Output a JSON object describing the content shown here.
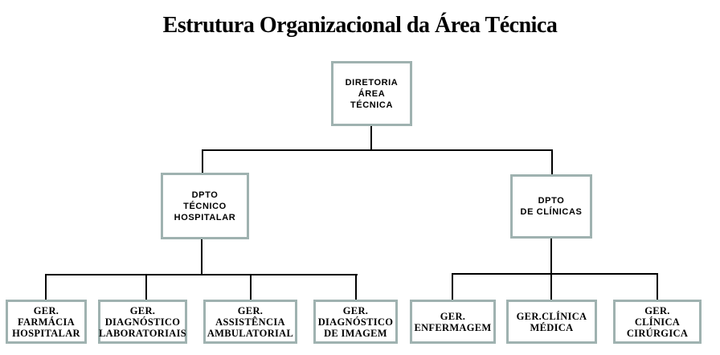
{
  "title": "Estrutura Organizacional da Área Técnica",
  "colors": {
    "box_border": "#9fb2b0",
    "box_fill": "#ffffff",
    "connector": "#000000",
    "text": "#000000",
    "background": "#ffffff"
  },
  "org": {
    "root": {
      "label": "DIRETORIA\nÁREA\nTÉCNICA"
    },
    "departments": [
      {
        "label": "DPTO\nTÉCNICO\nHOSPITALAR"
      },
      {
        "label": "DPTO\nDE CLÍNICAS"
      }
    ],
    "managements": [
      {
        "label": "GER.\nFARMÁCIA\nHOSPITALAR"
      },
      {
        "label": "GER.\nDIAGNÓSTICO\nLABORATORIAIS"
      },
      {
        "label": "GER.\nASSISTÊNCIA\nAMBULATORIAL"
      },
      {
        "label": "GER.\nDIAGNÓSTICO\nDE IMAGEM"
      },
      {
        "label": "GER.\nENFERMAGEM"
      },
      {
        "label": "GER.CLÍNICA\nMÉDICA"
      },
      {
        "label": "GER.\nCLÍNICA\nCIRÚRGICA"
      }
    ]
  }
}
